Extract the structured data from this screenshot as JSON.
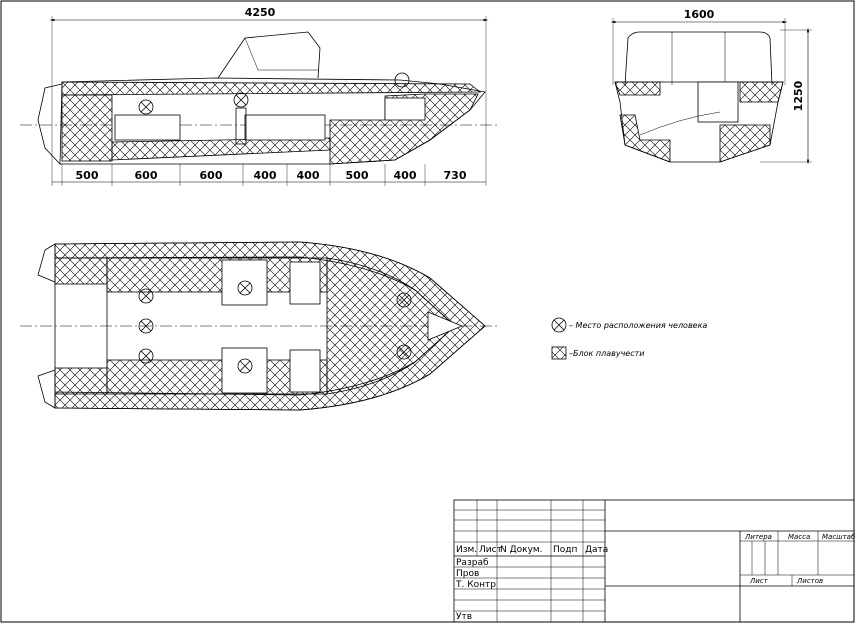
{
  "side_view": {
    "overall_length": "4250",
    "sections": [
      "500",
      "600",
      "600",
      "400",
      "400",
      "500",
      "400",
      "730"
    ]
  },
  "front_view": {
    "width": "1600",
    "height": "1250"
  },
  "legend": {
    "person_location": "– Место расположения человека",
    "buoyancy_block": "–Блок плавучести"
  },
  "title_block": {
    "col_headers": [
      "Изм.",
      "Лист",
      "N Докум.",
      "Подп",
      "Дата"
    ],
    "roles": [
      "Разраб",
      "Пров",
      "Т. Контр",
      "Утв"
    ],
    "right_headers": [
      "Литера",
      "Масса",
      "Масштаб"
    ],
    "sheet": "Лист",
    "sheets": "Листов"
  }
}
